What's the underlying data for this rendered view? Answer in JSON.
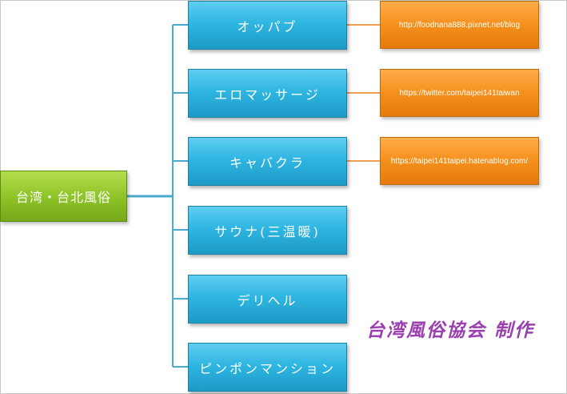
{
  "root": {
    "label": "台湾・台北風俗"
  },
  "categories": [
    {
      "label": "オッパブ",
      "url": "http://foodnana888.pixnet.net/blog"
    },
    {
      "label": "エロマッサージ",
      "url": "https://twitter.com/taipei141taiwan"
    },
    {
      "label": "キャバクラ",
      "url": "https://taipei141taipei.hatenablog.com/"
    },
    {
      "label": "サウナ(三温暖)"
    },
    {
      "label": "デリヘル"
    },
    {
      "label": "ピンポンマンション"
    }
  ],
  "credit": "台湾風俗協会 制作",
  "colors": {
    "root_green": "#8cc227",
    "category_blue": "#2fb6e2",
    "url_orange": "#f5901c",
    "trunk_line": "#4aabcf",
    "url_connector": "#f0a050",
    "credit_purple": "#9b3fb0"
  }
}
